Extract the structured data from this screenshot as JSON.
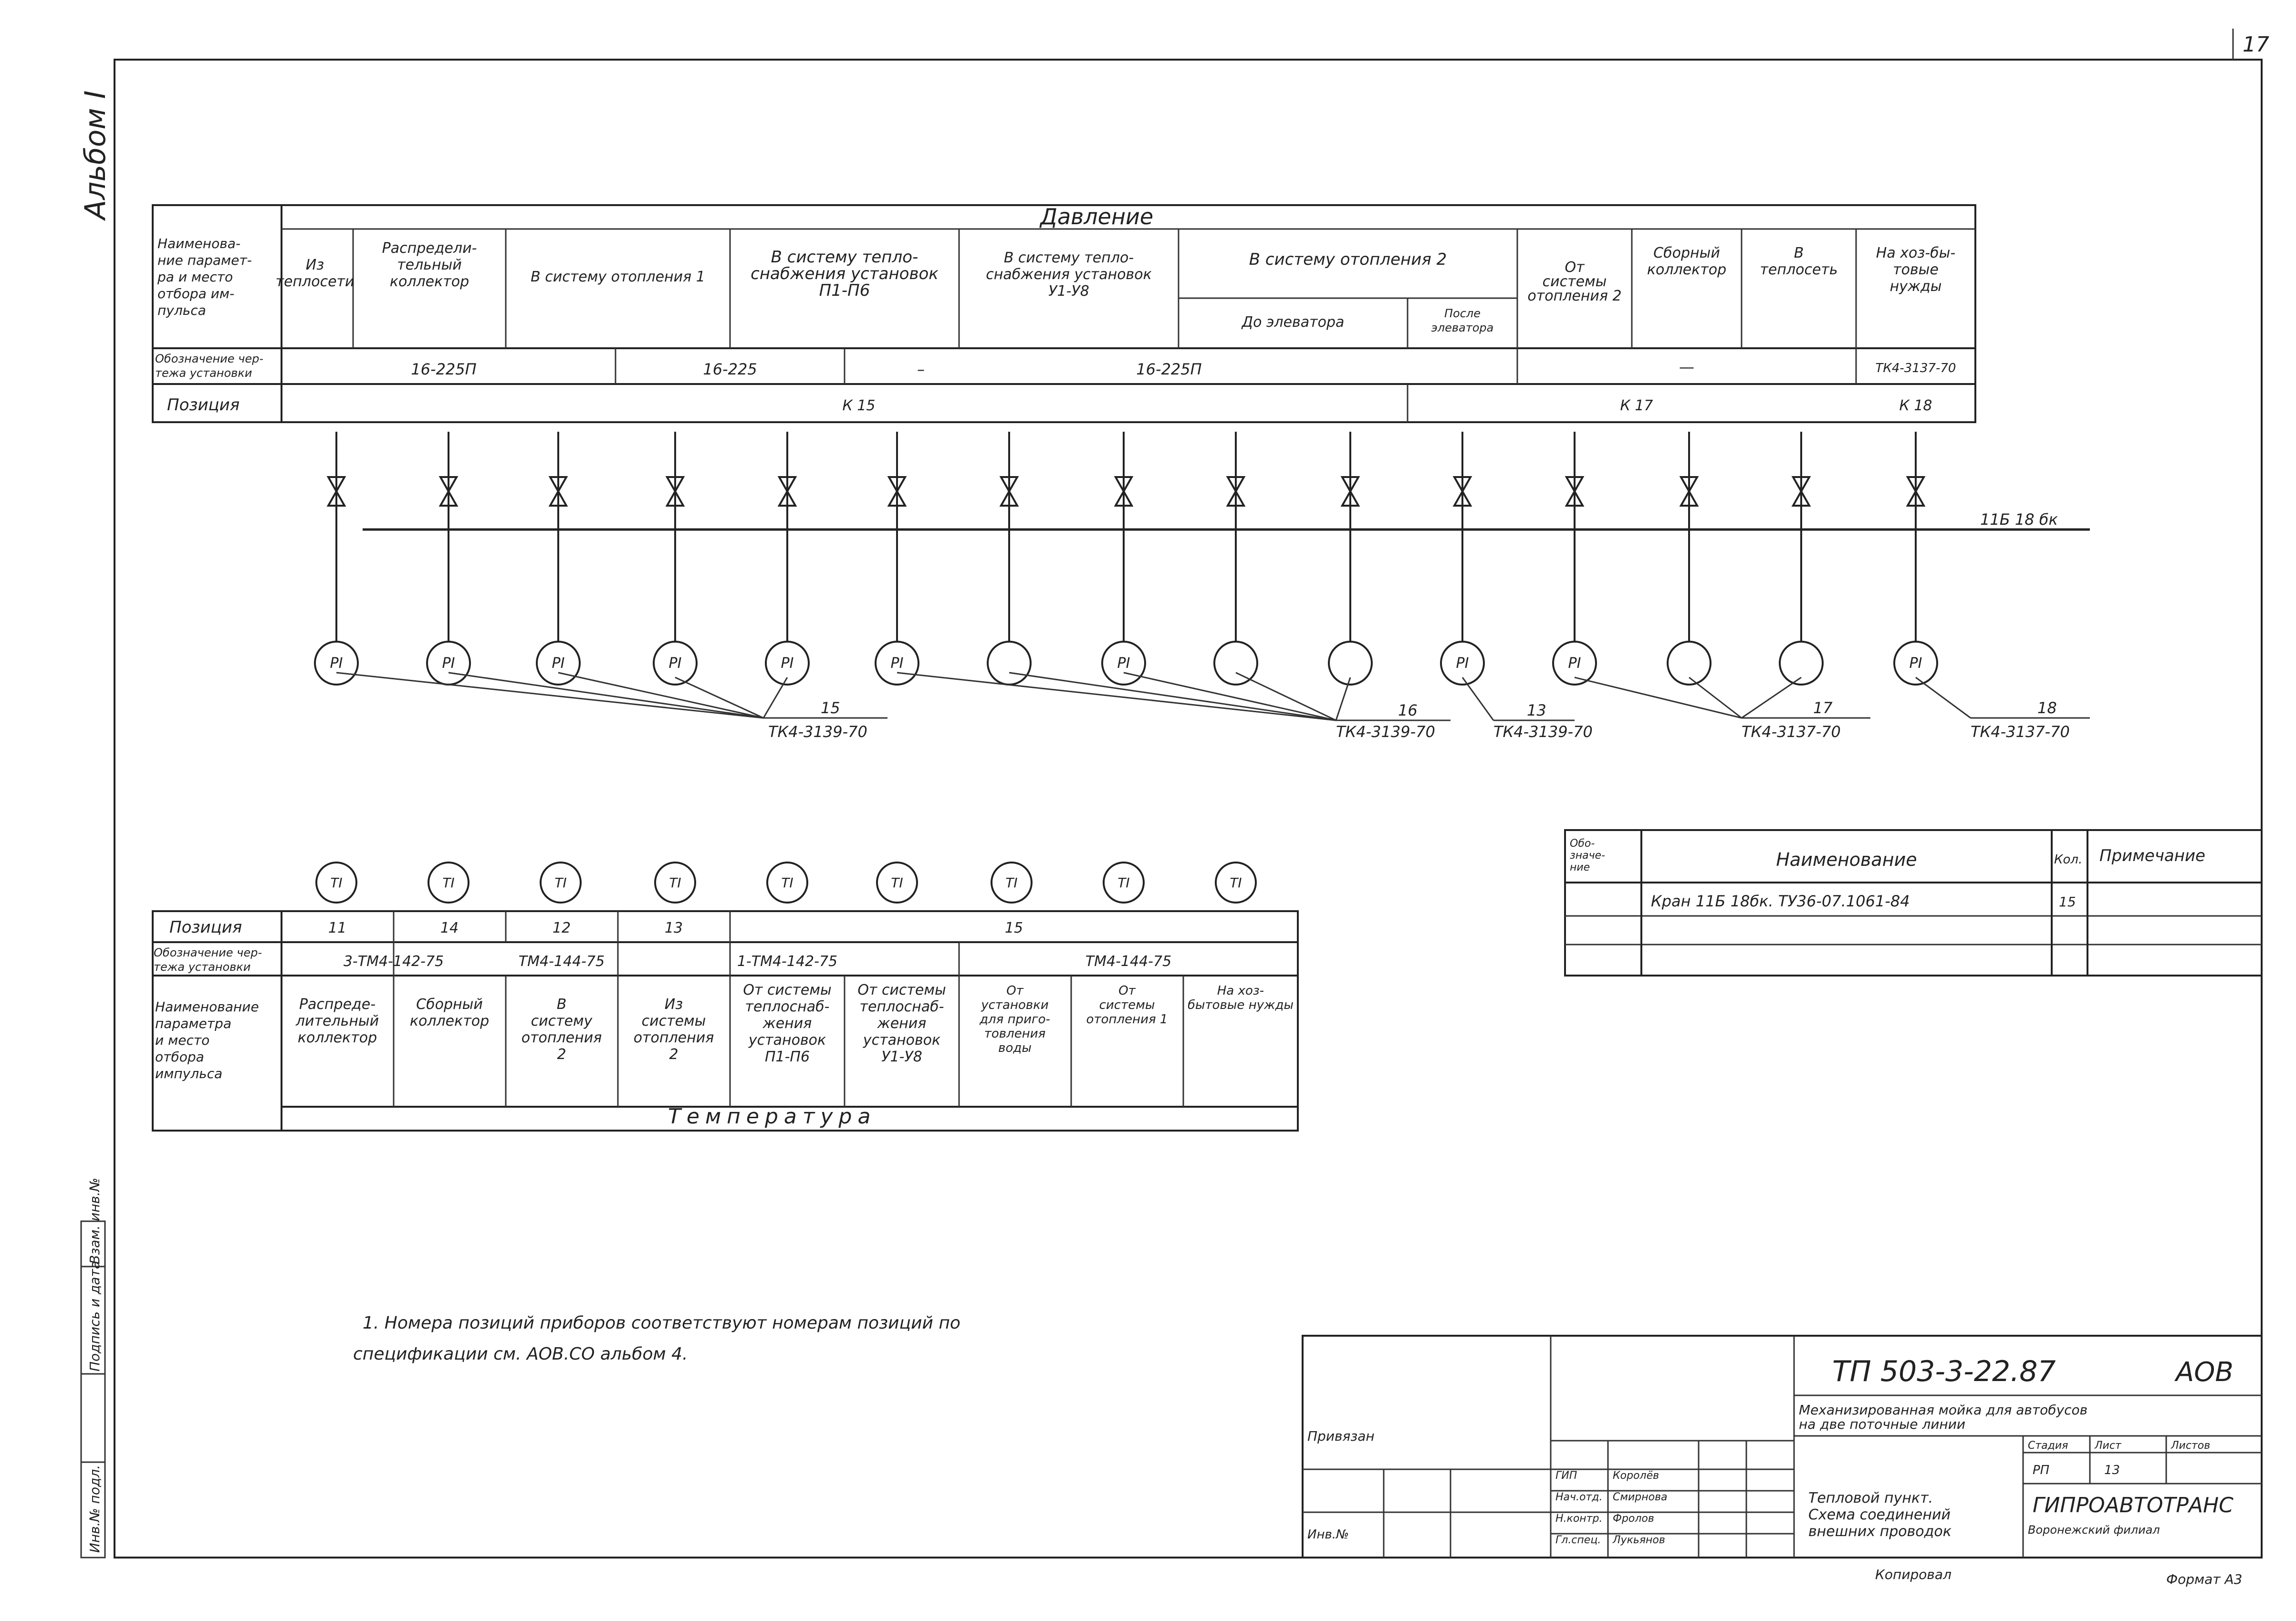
{
  "sheet": {
    "page_number": "17",
    "album_label": "Альбом I",
    "left_stamp": [
      "Взам. инв.№",
      "Подпись и дата",
      "Инв.№ подл."
    ],
    "copied_label": "Копировал",
    "format_label": "Формат A3"
  },
  "pressure_table": {
    "group_title": "Давление",
    "row_labels": {
      "name": [
        "Наименова-",
        "ние парамет-",
        "ра и место",
        "отбора им-",
        "пульса"
      ],
      "drawing": [
        "Обозначение чер-",
        "тежа установки"
      ],
      "position": "Позиция"
    },
    "columns": [
      [
        "Из",
        "теплосети"
      ],
      [
        "Распредели-",
        "тельный",
        "коллектор"
      ],
      [
        "В систему отопления 1"
      ],
      [
        "В систему тепло-",
        "снабжения установок",
        "П1-П6"
      ],
      [
        "В систему тепло-",
        "снабжения установок",
        "У1-У8"
      ],
      {
        "0": "В систему отопления 2",
        "sub_before": "До элеватора",
        "sub_after": [
          "После",
          "элеватора"
        ]
      },
      [
        "От",
        "системы",
        "отопления 2"
      ],
      [
        "Сборный",
        "коллектор"
      ],
      [
        "В",
        "теплосеть"
      ],
      [
        "На хоз-бы-",
        "товые",
        "нужды"
      ]
    ],
    "drawing_row": [
      "16-225П",
      "16-225",
      "–",
      "16-225П",
      "—",
      "ТК4-3137-70"
    ],
    "position_row": [
      "К 15",
      "К 17",
      "К 18"
    ]
  },
  "schematic": {
    "drain_label": "11Б 18 бк",
    "gauge_symbol": "PI",
    "callouts": [
      {
        "pos": "15",
        "mark": "ТК4-3139-70"
      },
      {
        "pos": "16",
        "mark": "ТК4-3139-70"
      },
      {
        "pos": "13",
        "mark": "ТК4-3139-70"
      },
      {
        "pos": "17",
        "mark": "ТК4-3137-70"
      },
      {
        "pos": "18",
        "mark": "ТК4-3137-70"
      }
    ]
  },
  "temperature_table": {
    "group_title": "Температура",
    "sensor_symbol": "TI",
    "row_labels": {
      "position": "Позиция",
      "drawing": [
        "Обозначение чер-",
        "тежа установки"
      ],
      "name": [
        "Наименование",
        "параметра",
        "и место",
        "отбора",
        "импульса"
      ]
    },
    "position_row": [
      "11",
      "14",
      "12",
      "13",
      "15"
    ],
    "drawing_row": [
      "3-ТМ4-142-75",
      "ТМ4-144-75",
      "1-ТМ4-142-75",
      "ТМ4-144-75"
    ],
    "columns": [
      [
        "Распреде-",
        "лительный",
        "коллектор"
      ],
      [
        "Сборный",
        "коллектор"
      ],
      [
        "В",
        "систему",
        "отопления",
        "2"
      ],
      [
        "Из",
        "системы",
        "отопления",
        "2"
      ],
      [
        "От системы",
        "теплоснаб-",
        "жения",
        "установок",
        "П1-П6"
      ],
      [
        "От системы",
        "теплоснаб-",
        "жения",
        "установок",
        "У1-У8"
      ],
      [
        "От",
        "установки",
        "для приго-",
        "товления",
        "воды"
      ],
      [
        "От",
        "системы",
        "отопления 1"
      ],
      [
        "На хоз-",
        "бытовые нужды"
      ]
    ]
  },
  "specification_table": {
    "headers": [
      [
        "Обо-",
        "значе-",
        "ние"
      ],
      "Наименование",
      "Кол.",
      "Примечание"
    ],
    "rows": [
      {
        "name": "Кран 11Б 18бк. ТУ36-07.1061-84",
        "qty": "15"
      }
    ]
  },
  "notes": [
    "1. Номера позиций приборов соответствуют номерам позиций по",
    "спецификации см. АОВ.СО альбом 4."
  ],
  "title_block": {
    "code": "ТП 503-3-22.87",
    "mark": "АОВ",
    "project": [
      "Механизированная мойка для автобусов",
      "на две поточные линии"
    ],
    "approved_label": "Привязан",
    "signatures": [
      "ГИП",
      "Нач.отд.",
      "Н.контр.",
      "Гл.спец."
    ],
    "names": [
      "Королёв",
      "Смирнова",
      "Фролов",
      "Лукьянов"
    ],
    "sheet_title": [
      "Тепловой пункт.",
      "Схема соединений",
      "внешних проводок"
    ],
    "stage_header": "Стадия",
    "sheet_header": "Лист",
    "sheets_header": "Листов",
    "stage": "РП",
    "sheet": "13",
    "organization": "ГИПРОАВТОТРАНС",
    "organization_sub": "Воронежский филиал",
    "inv_label": "Инв.№"
  }
}
